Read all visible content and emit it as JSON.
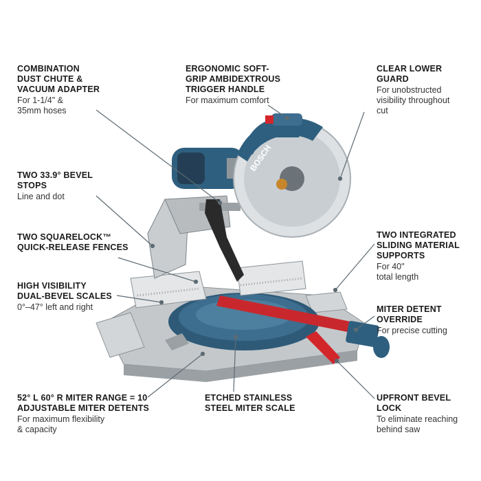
{
  "callouts": [
    {
      "key": "dust",
      "heading": "COMBINATION\nDUST CHUTE &\nVACUUM ADAPTER",
      "desc": "For 1-1/4\" &\n35mm hoses"
    },
    {
      "key": "handle",
      "heading": "ERGONOMIC SOFT-\nGRIP AMBIDEXTROUS\nTRIGGER HANDLE",
      "desc": "For maximum comfort"
    },
    {
      "key": "guard",
      "heading": "CLEAR LOWER\nGUARD",
      "desc": "For unobstructed\nvisibility throughout\ncut"
    },
    {
      "key": "bevelstops",
      "heading": "TWO 33.9° BEVEL\nSTOPS",
      "desc": "Line and dot"
    },
    {
      "key": "fences",
      "heading": "TWO SQUARELOCK™\nQUICK-RELEASE FENCES",
      "desc": ""
    },
    {
      "key": "supports",
      "heading": "TWO INTEGRATED\nSLIDING MATERIAL\nSUPPORTS",
      "desc": "For 40\"\ntotal length"
    },
    {
      "key": "scales",
      "heading": "HIGH VISIBILITY\nDUAL-BEVEL SCALES",
      "desc": "0°–47° left and right"
    },
    {
      "key": "override",
      "heading": "MITER DETENT\nOVERRIDE",
      "desc": "For precise cutting"
    },
    {
      "key": "miterrange",
      "heading": "52° L 60° R MITER RANGE = 10\nADJUSTABLE MITER DETENTS",
      "desc": "For maximum flexibility\n& capacity"
    },
    {
      "key": "scale",
      "heading": "ETCHED STAINLESS\nSTEEL MITER SCALE",
      "desc": ""
    },
    {
      "key": "bevellock",
      "heading": "UPFRONT BEVEL\nLOCK",
      "desc": "To eliminate reaching\nbehind saw"
    }
  ],
  "product": {
    "brand": "BOSCH",
    "colors": {
      "blue": "#2f5f7f",
      "red": "#d3262b",
      "gray": "#bfc3c6",
      "dark": "#2a2a2a",
      "leader": "#5c6a72"
    }
  }
}
